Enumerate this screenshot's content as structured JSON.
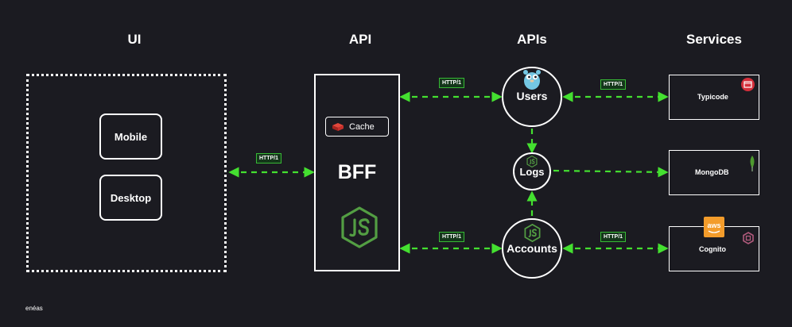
{
  "columns": {
    "ui": "UI",
    "api": "API",
    "apis": "APIs",
    "services": "Services"
  },
  "ui_clients": {
    "mobile": "Mobile",
    "desktop": "Desktop"
  },
  "bff": {
    "title": "BFF",
    "cache_label": "Cache",
    "cache_icon": "redis-icon",
    "runtime_icon": "nodejs-icon"
  },
  "apis": {
    "users": "Users",
    "users_icon": "gopher-icon",
    "logs": "Logs",
    "logs_icon": "nodejs-icon",
    "accounts": "Accounts",
    "accounts_icon": "nodejs-icon"
  },
  "services": {
    "typicode": "Typicode",
    "mongodb": "MongoDB",
    "cognito": "Cognito",
    "aws_badge": "aws"
  },
  "protocol": {
    "ui_bff": "HTTP/1",
    "bff_users": "HTTP/1",
    "users_typicode": "HTTP/1",
    "bff_accounts": "HTTP/1",
    "accounts_cognito": "HTTP/1"
  },
  "signature": "enéas",
  "colors": {
    "background": "#1b1b21",
    "connector": "#44e030",
    "tag_border": "#37b935",
    "tag_fill": "#14361a",
    "node_stroke": "#ffffff",
    "redis": "#c6302b",
    "node_green": "#539e43",
    "typicode": "#d42e3a",
    "mongodb": "#4e9a2f",
    "aws": "#f39c2b",
    "cognito": "#b05a7c"
  }
}
